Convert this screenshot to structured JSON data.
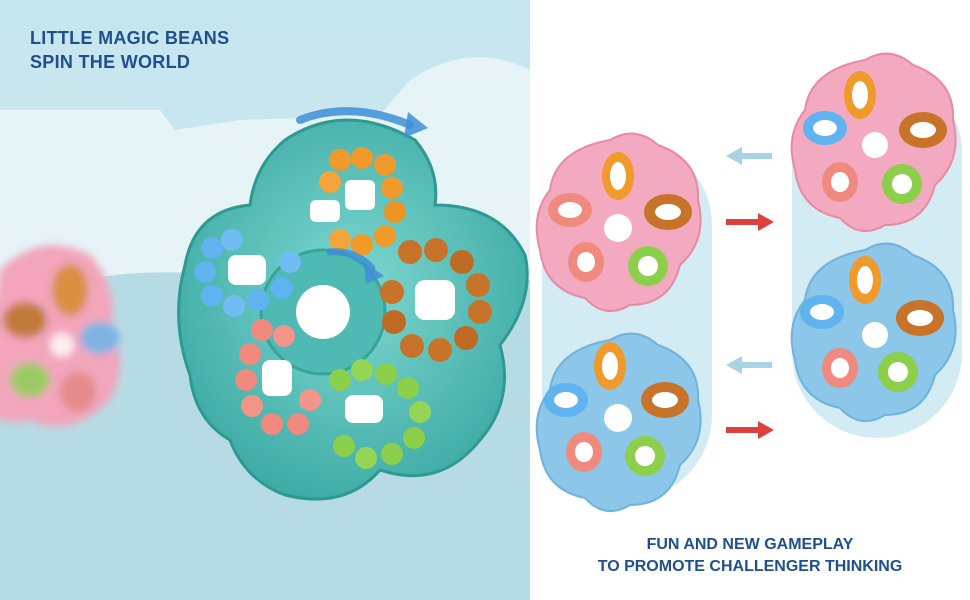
{
  "headline": {
    "line1": "LITTLE MAGIC BEANS",
    "line2": "SPIN THE WORLD"
  },
  "caption": {
    "line1": "FUN AND NEW GAMEPLAY",
    "line2": "TO PROMOTE CHALLENGER THINKING"
  },
  "colors": {
    "teal_toy": "#5fc6bf",
    "pink_toy": "#f3a9bf",
    "blue_toy": "#8cc7ea",
    "headline_text": "#1f4f8f",
    "arrow_red": "#e0403b",
    "arrow_blue": "#a9d2e6",
    "bean_blue": "#5fb3ef",
    "bean_orange": "#f09a2b",
    "bean_brown": "#c8732a",
    "bean_green": "#8ccf4a",
    "bean_salmon": "#f08a7e"
  }
}
